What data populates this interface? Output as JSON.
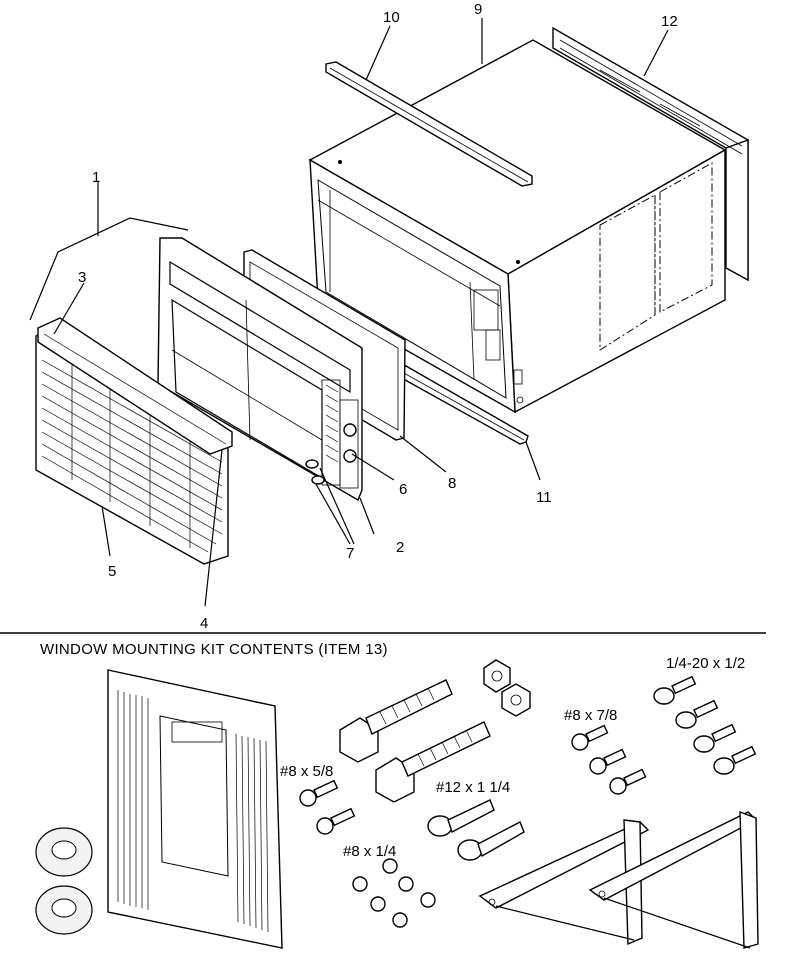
{
  "callouts": {
    "c1": "1",
    "c2": "2",
    "c3": "3",
    "c4": "4",
    "c5": "5",
    "c6": "6",
    "c7": "7",
    "c8": "8",
    "c9": "9",
    "c10": "10",
    "c11": "11",
    "c12": "12"
  },
  "kit": {
    "title": "WINDOW MOUNTING KIT CONTENTS (ITEM 13)",
    "screw_5_8": "#8 x 5/8",
    "screw_1_4": "#8 x 1/4",
    "screw_7_8": "#8 x 7/8",
    "screw_12": "#12 x 1 1/4",
    "bolt_1_4_20": "1/4-20 x 1/2"
  }
}
